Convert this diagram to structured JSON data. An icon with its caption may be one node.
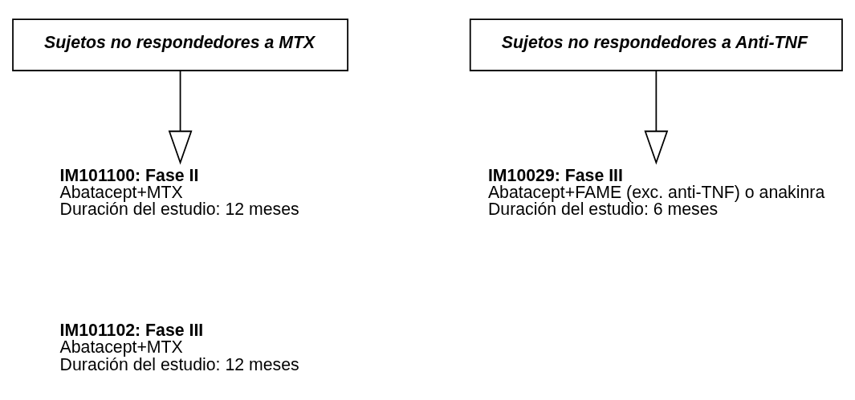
{
  "diagram": {
    "nodes": [
      {
        "text": [
          "Sujetos no respondedores a MTX"
        ]
      },
      {
        "text": [
          "Sujetos no respondedores a Anti-TNF"
        ]
      },
      {
        "text": [
          "IM101100: Fase II",
          "Abatacept+MTX",
          "Duración del estudio: 12 meses"
        ]
      },
      {
        "text": [
          "IM10029: Fase III",
          "Abatacept+FAME (exc. anti-TNF) o anakinra",
          "Duración del estudio: 6 meses"
        ]
      }
    ],
    "edges": [
      {
        "from": 0,
        "to": 2,
        "arrow": "to"
      },
      {
        "from": 1,
        "to": 3,
        "arrow": "to"
      }
    ],
    "labels": [
      "IM101102: Fase III",
      "Abatacept+MTX",
      "Duración del estudio: 12 meses"
    ]
  }
}
